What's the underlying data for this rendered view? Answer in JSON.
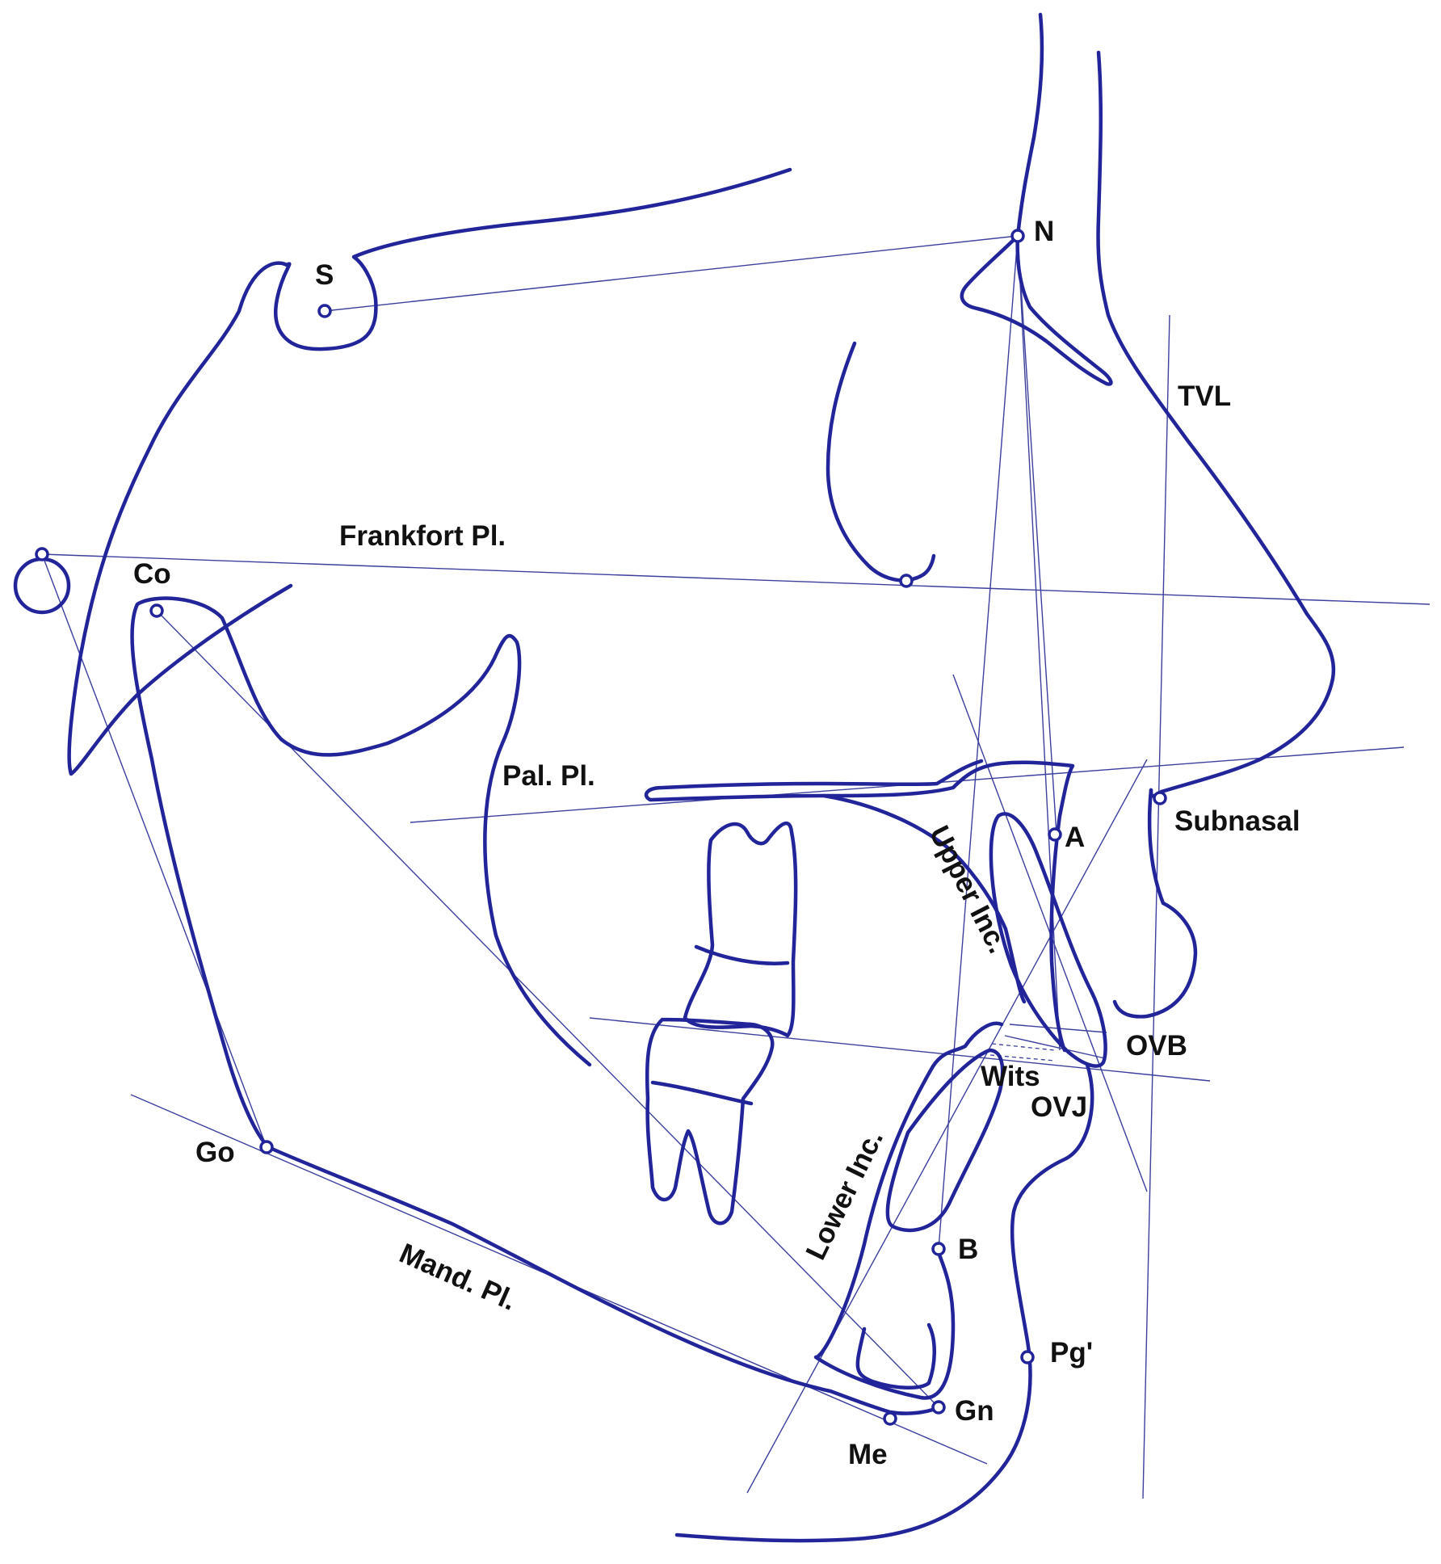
{
  "diagram": {
    "stroke_color": "#22249a",
    "reference_line_color": "#3c3f9e",
    "label_color": "#111111",
    "landmarks": {
      "S": "S",
      "N": "N",
      "Co": "Co",
      "Go": "Go",
      "A": "A",
      "B": "B",
      "Pg": "Pg'",
      "Gn": "Gn",
      "Me": "Me",
      "Subnasal": "Subnasal"
    },
    "reference_lines": {
      "tvl": "TVL",
      "frankfort": "Frankfort Pl.",
      "palatal": "Pal. Pl.",
      "mandibular": "Mand. Pl.",
      "upper_incisor": "Upper Inc.",
      "lower_incisor": "Lower Inc."
    },
    "measurements": {
      "ovb": "OVB",
      "ovj": "OVJ",
      "wits": "Wits"
    }
  }
}
